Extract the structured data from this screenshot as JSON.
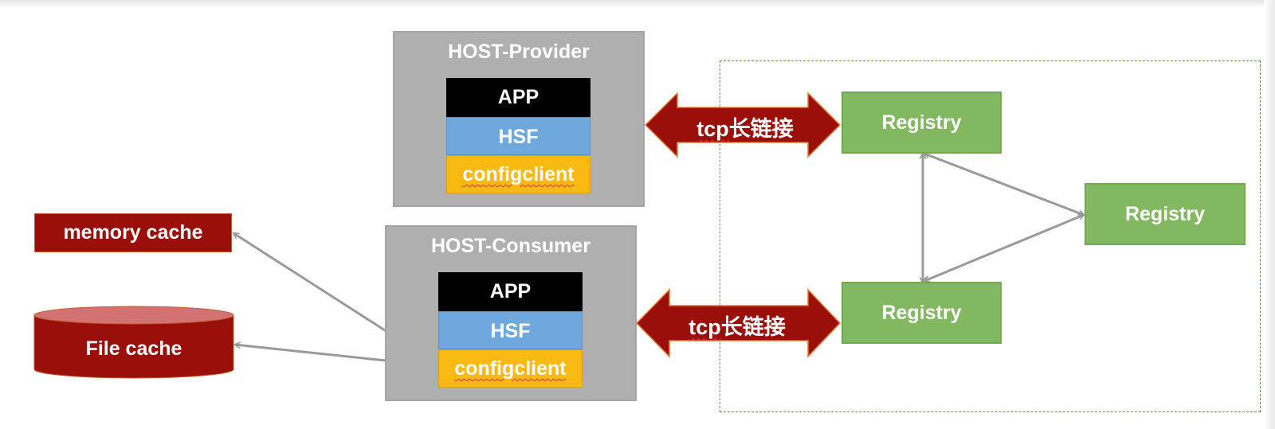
{
  "providerHost": {
    "title": "HOST-Provider",
    "layers": {
      "app": "APP",
      "hsf": "HSF",
      "configclient": "configclient"
    }
  },
  "consumerHost": {
    "title": "HOST-Consumer",
    "layers": {
      "app": "APP",
      "hsf": "HSF",
      "configclient": "configclient"
    }
  },
  "registries": {
    "top": "Registry",
    "right": "Registry",
    "bottom": "Registry"
  },
  "caches": {
    "memory": "memory cache",
    "file": "File cache"
  },
  "links": {
    "providerTcp": {
      "prefix": "tcp",
      "suffix": "长链接"
    },
    "consumerTcp": {
      "prefix": "tcp",
      "suffix": "长链接"
    }
  },
  "colors": {
    "host": "#afafaf",
    "app": "#000000",
    "hsf": "#6fa8dc",
    "configclient": "#f9b913",
    "registry": "#82b960",
    "cache": "#9b0f0a",
    "tcpArrow": "#9b0f0a",
    "connector": "#999999",
    "clusterBorder": "#5f8f4a"
  }
}
